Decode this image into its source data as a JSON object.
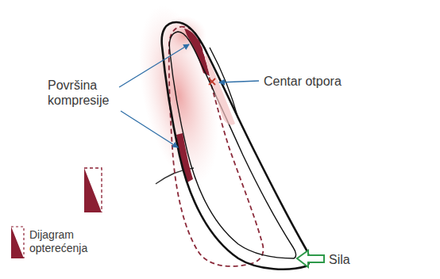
{
  "diagram": {
    "labels": [
      "Površina kompresije",
      "Centar otpora",
      "Dijagram opterećenja",
      "Sila"
    ]
  }
}
